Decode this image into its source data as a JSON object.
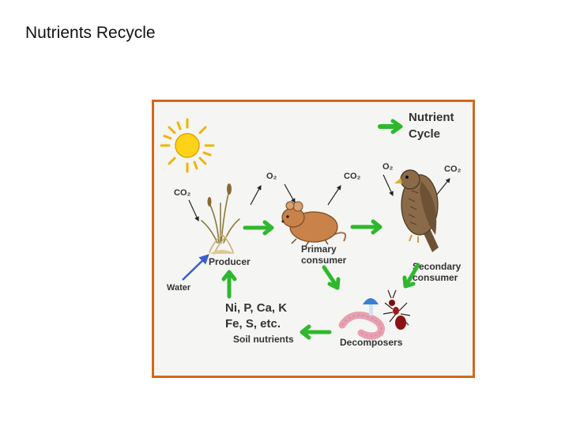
{
  "slide": {
    "title": "Nutrients Recycle"
  },
  "diagram": {
    "legend": {
      "line1": "Nutrient",
      "line2": "Cycle"
    },
    "gases": {
      "o2": "O₂",
      "co2": "CO₂"
    },
    "nodes": {
      "producer": "Producer",
      "primary_line1": "Primary",
      "primary_line2": "consumer",
      "secondary_line1": "Secondary",
      "secondary_line2": "consumer",
      "decomposers": "Decomposers",
      "soil_line1": "Ni, P, Ca, K",
      "soil_line2": "Fe, S, etc.",
      "soil_label": "Soil nutrients",
      "water": "Water"
    },
    "colors": {
      "frame": "#d2691e",
      "cycle_arrow": "#2eb82e",
      "water_arrow": "#3a5fcd",
      "text": "#333333"
    },
    "icons": [
      "sun-icon",
      "grass-icon",
      "mouse-icon",
      "hawk-icon",
      "worm-icon",
      "ant-icon",
      "mushroom-icon"
    ]
  }
}
